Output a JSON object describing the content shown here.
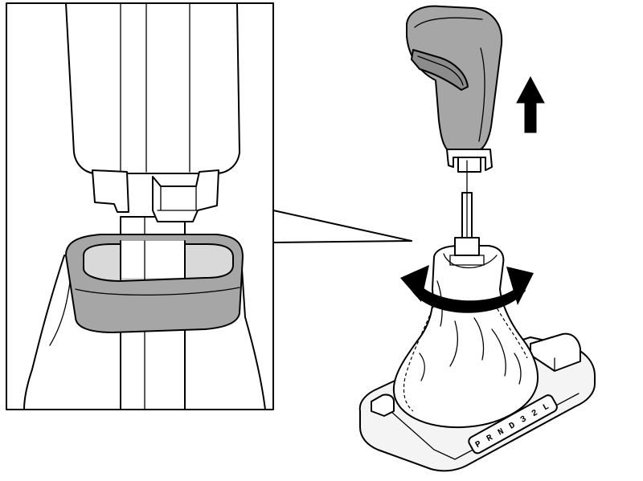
{
  "colors": {
    "ink": "#000000",
    "paper": "#ffffff",
    "highlight_gray": "#a6a6a6",
    "light_fill": "#f4f4f4"
  },
  "icons": {
    "lift_arrow": "arrow-up-icon",
    "rotate_arrow": "rotate-arrows-icon"
  },
  "gear_indicator": {
    "letters": [
      "P",
      "R",
      "N",
      "D",
      "3",
      "2",
      "L"
    ]
  }
}
